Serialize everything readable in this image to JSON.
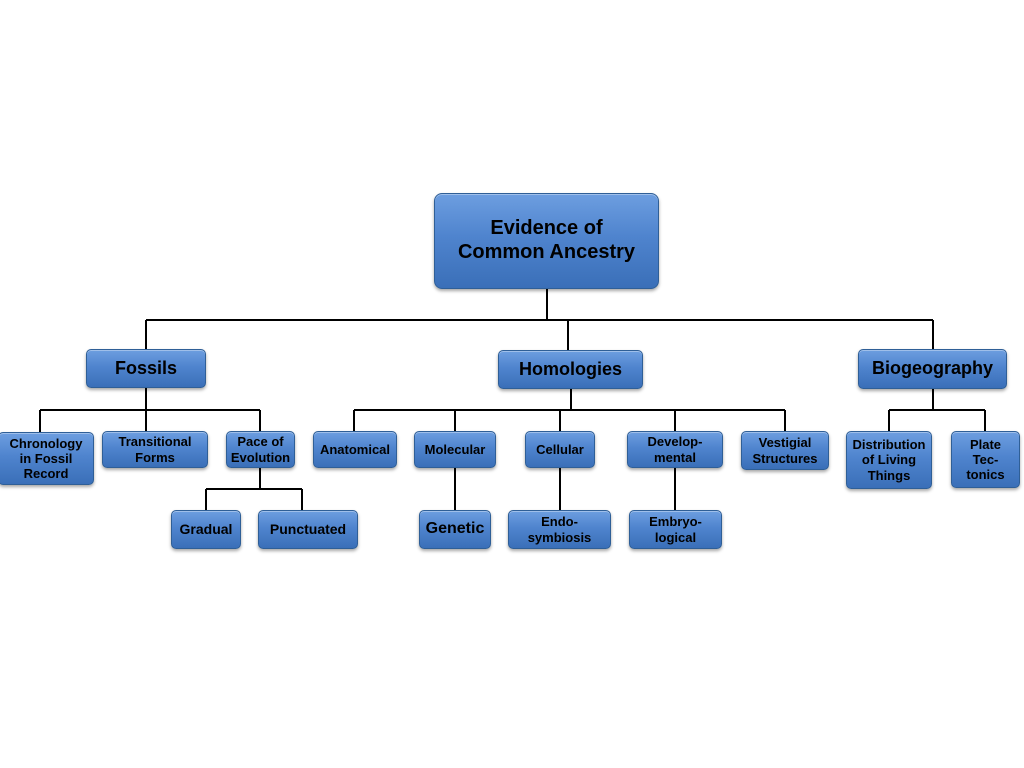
{
  "diagram": {
    "root": "Evidence of\nCommon Ancestry",
    "fossils": {
      "label": "Fossils",
      "chronology": "Chronology\nin Fossil\nRecord",
      "transitional": "Transitional\nForms",
      "pace": "Pace of\nEvolution",
      "gradual": "Gradual",
      "punctuated": "Punctuated"
    },
    "homologies": {
      "label": "Homologies",
      "anatomical": "Anatomical",
      "molecular": "Molecular",
      "genetic": "Genetic",
      "cellular": "Cellular",
      "endosymbiosis": "Endo-\nsymbiosis",
      "developmental": "Develop-\nmental",
      "embryological": "Embryo-\nlogical",
      "vestigial": "Vestigial\nStructures"
    },
    "biogeography": {
      "label": "Biogeography",
      "distribution": "Distribution\nof Living\nThings",
      "plate_tectonics": "Plate\nTec-\ntonics"
    },
    "colors": {
      "box_fill": "#4f84ce",
      "box_border": "#2f5f97",
      "connector": "#000000"
    }
  }
}
